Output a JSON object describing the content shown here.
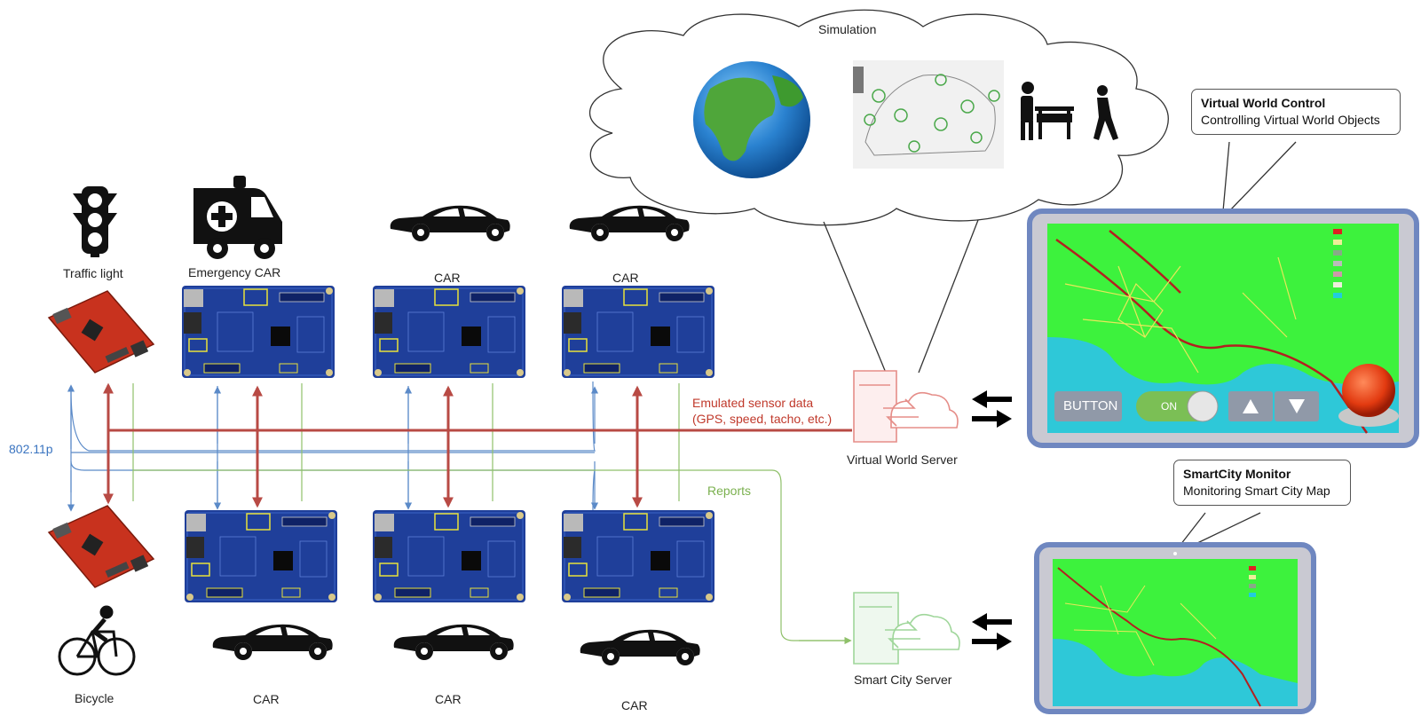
{
  "cloud": {
    "label": "Simulation",
    "icons": [
      "globe-icon",
      "car-sensor-blueprint-icon",
      "roadworker-barrier-icon",
      "pedestrian-icon"
    ]
  },
  "top_row": [
    {
      "label": "Traffic light",
      "icon": "traffic-light-icon",
      "board": "olimex-board"
    },
    {
      "label": "Emergency CAR",
      "icon": "ambulance-icon",
      "board": "galileo-board"
    },
    {
      "label": "CAR",
      "icon": "car-icon",
      "board": "galileo-board"
    },
    {
      "label": "CAR",
      "icon": "car-icon",
      "board": "galileo-board"
    }
  ],
  "bottom_row": [
    {
      "label": "Bicycle",
      "icon": "bicycle-icon",
      "board": "olimex-board"
    },
    {
      "label": "CAR",
      "icon": "car-icon",
      "board": "galileo-board"
    },
    {
      "label": "CAR",
      "icon": "car-icon",
      "board": "galileo-board"
    },
    {
      "label": "CAR",
      "icon": "car-icon",
      "board": "galileo-board"
    }
  ],
  "links": {
    "wireless": "802.11p",
    "sensor_line1": "Emulated sensor data",
    "sensor_line2": "(GPS, speed, tacho, etc.)",
    "reports": "Reports"
  },
  "colors": {
    "wireless": "#5b8ac8",
    "sensor": "#b84a44",
    "reports": "#8fc06a",
    "virtual_server": "#e58d88",
    "smart_server": "#9fd69a",
    "tablet_frame": "#6f87c0",
    "map_land": "#3df23d",
    "map_sea": "#2ec8d8"
  },
  "servers": {
    "virtual": "Virtual World Server",
    "smart": "Smart City Server"
  },
  "callouts": {
    "virtual_title": "Virtual World Control",
    "virtual_sub": "Controlling Virtual World Objects",
    "smart_title": "SmartCity Monitor",
    "smart_sub": "Monitoring Smart City Map"
  },
  "tablet_controls": {
    "button": "BUTTON",
    "toggle": "ON"
  }
}
